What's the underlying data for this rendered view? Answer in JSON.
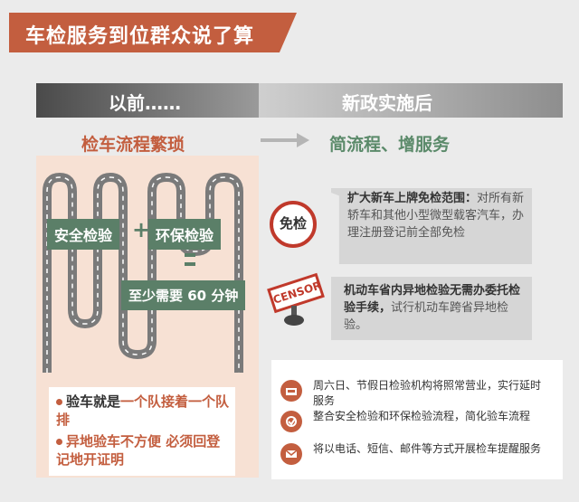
{
  "title": "车检服务到位群众说了算",
  "headers": {
    "before": "以前……",
    "after": "新政实施后"
  },
  "subheadings": {
    "before": "检车流程繁琐",
    "after": "简流程、增服务"
  },
  "old_process": {
    "safety": "安全检验",
    "plus": "+",
    "env": "环保检验",
    "time": "至少需要 60 分钟"
  },
  "old_notes": [
    {
      "normal": "验车就是",
      "strong": "一个队接着一个队排"
    },
    {
      "normal": "",
      "strong": "异地验车不方便 必须回登记地开证明"
    }
  ],
  "badge_exempt": "免检",
  "stamp_text": "CENSOR",
  "new_items": [
    {
      "strong": "扩大新车上牌免检范围：",
      "normal": "对所有新轿车和其他小型微型载客汽车，办理注册登记前全部免检"
    },
    {
      "strong": "机动车省内异地检验无需办委托检验手续，",
      "normal": "试行机动车跨省异地检验。"
    }
  ],
  "service_list": [
    {
      "icon": "shop-open-icon",
      "text": "周六日、节假日检验机构将照常营业，实行延时服务"
    },
    {
      "icon": "merge-icon",
      "text": "整合安全检验和环保检验流程，简化验车流程"
    },
    {
      "icon": "mail-icon",
      "text": "将以电话、短信、邮件等方式开展检车提醒服务"
    }
  ],
  "colors": {
    "accent": "#c35e3f",
    "green": "#5b7f68",
    "panel": "#f7e1d4"
  }
}
